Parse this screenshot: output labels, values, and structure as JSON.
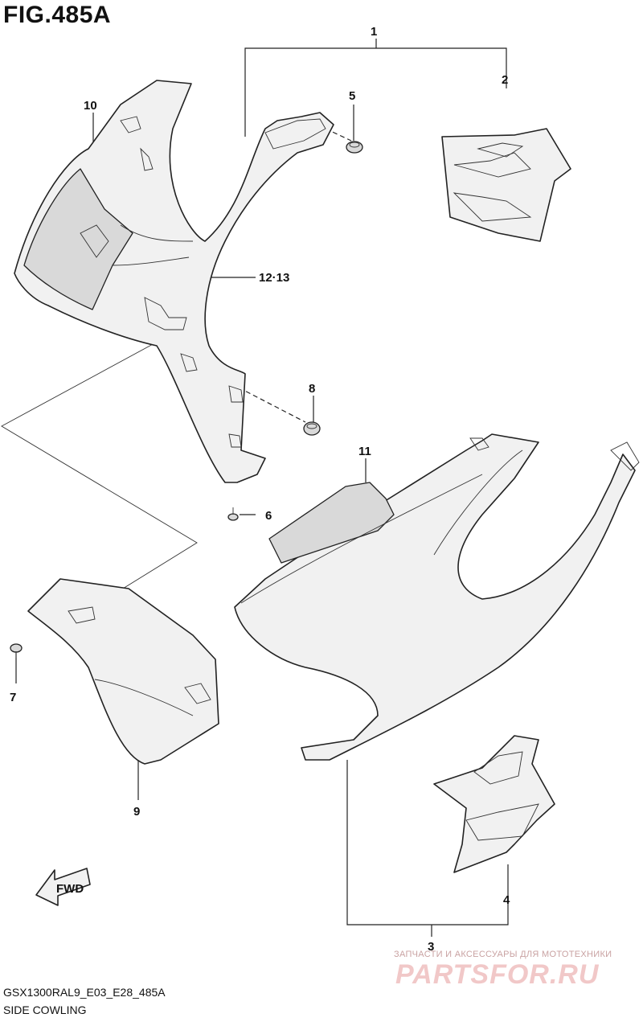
{
  "figure": {
    "title": "FIG.485A"
  },
  "callouts": {
    "c1": "1",
    "c2": "2",
    "c3": "3",
    "c4": "4",
    "c5": "5",
    "c6": "6",
    "c7": "7",
    "c8": "8",
    "c9": "9",
    "c10": "10",
    "c11": "11",
    "c12_13": "12·13"
  },
  "labels": {
    "fwd_arrow": "FWD"
  },
  "footer": {
    "model_code": "GSX1300RAL9_E03_E28_485A",
    "section_name": "SIDE COWLING"
  },
  "watermark": {
    "tagline": "ЗАПЧАСТИ И АКСЕССУАРЫ ДЛЯ МОТОТЕХНИКИ",
    "logo": "PARTSFOR.RU"
  }
}
